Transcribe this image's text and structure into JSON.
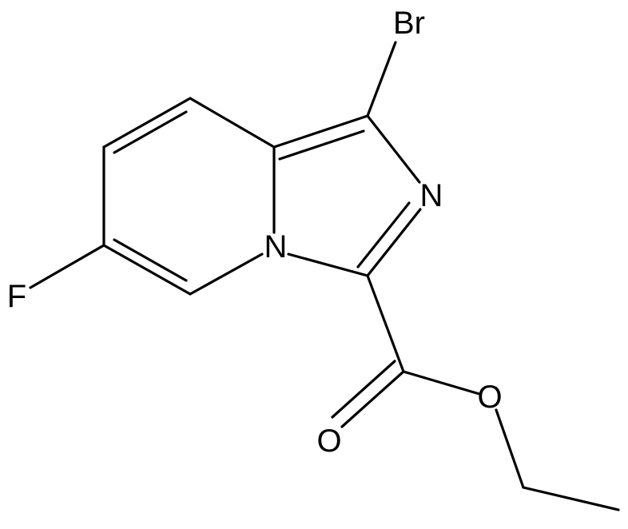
{
  "molecule": {
    "atoms": [
      {
        "id": "Br1",
        "label": "Br"
      },
      {
        "id": "N2",
        "label": "N"
      },
      {
        "id": "N4",
        "label": "N"
      },
      {
        "id": "F1",
        "label": "F"
      },
      {
        "id": "O1",
        "label": "O"
      },
      {
        "id": "O2",
        "label": "O"
      }
    ]
  }
}
